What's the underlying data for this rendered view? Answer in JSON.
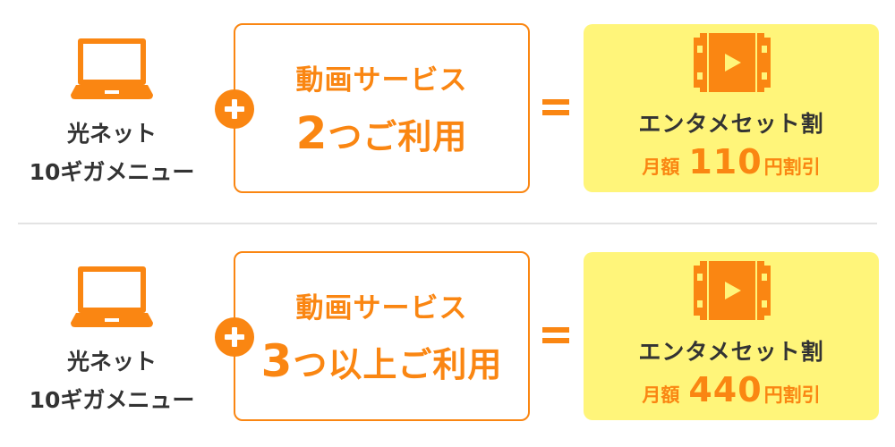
{
  "colors": {
    "accent": "#FA8612",
    "highlight_bg": "#FFF57A",
    "text_dark": "#333333",
    "divider": "#E3E3E3"
  },
  "rows": [
    {
      "base_plan": {
        "icon": "laptop-icon",
        "line1": "光ネット",
        "line2": "10ギガメニュー"
      },
      "plus_icon": "plus-circle-icon",
      "service": {
        "title": "動画サービス",
        "count_num": "2",
        "count_text": "つご利用"
      },
      "equals_icon": "equals-icon",
      "offer": {
        "icon": "film-play-icon",
        "name": "エンタメセット割",
        "prefix": "月額",
        "amount": "110",
        "suffix": "円割引"
      }
    },
    {
      "base_plan": {
        "icon": "laptop-icon",
        "line1": "光ネット",
        "line2": "10ギガメニュー"
      },
      "plus_icon": "plus-circle-icon",
      "service": {
        "title": "動画サービス",
        "count_num": "3",
        "count_text": "つ以上ご利用"
      },
      "equals_icon": "equals-icon",
      "offer": {
        "icon": "film-play-icon",
        "name": "エンタメセット割",
        "prefix": "月額",
        "amount": "440",
        "suffix": "円割引"
      }
    }
  ]
}
